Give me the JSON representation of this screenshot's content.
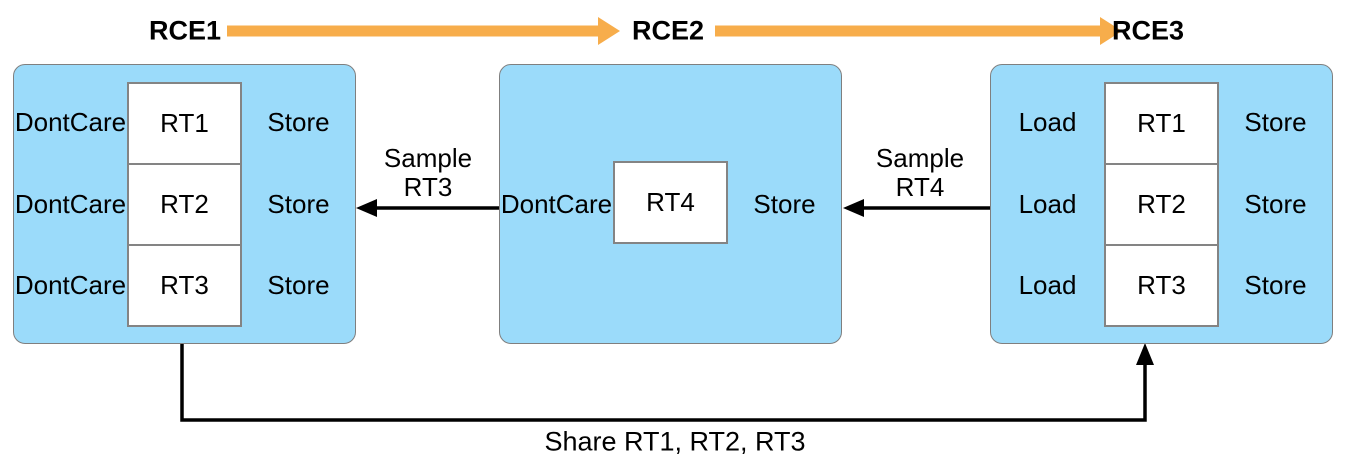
{
  "title": "Render command encoder (RCE) pass dependency diagram",
  "colors": {
    "pass_box_fill": "#9BDBFA",
    "pass_box_border": "#7F7F7F",
    "render_target_fill": "#FFFFFF",
    "render_target_border": "#848484",
    "timeline_arrow": "#F7AD4B",
    "dependency_arrow": "#000000"
  },
  "headers": [
    {
      "label": "RCE1"
    },
    {
      "label": "RCE2"
    },
    {
      "label": "RCE3"
    }
  ],
  "passes": {
    "rce1": {
      "rows": [
        {
          "load_action": "DontCare",
          "target": "RT1",
          "store_action": "Store"
        },
        {
          "load_action": "DontCare",
          "target": "RT2",
          "store_action": "Store"
        },
        {
          "load_action": "DontCare",
          "target": "RT3",
          "store_action": "Store"
        }
      ]
    },
    "rce2": {
      "rows": [
        {
          "load_action": "DontCare",
          "target": "RT4",
          "store_action": "Store"
        }
      ]
    },
    "rce3": {
      "rows": [
        {
          "load_action": "Load",
          "target": "RT1",
          "store_action": "Store"
        },
        {
          "load_action": "Load",
          "target": "RT2",
          "store_action": "Store"
        },
        {
          "load_action": "Load",
          "target": "RT3",
          "store_action": "Store"
        }
      ]
    }
  },
  "annotations": {
    "sample_rt3": {
      "line1": "Sample",
      "line2": "RT3"
    },
    "sample_rt4": {
      "line1": "Sample",
      "line2": "RT4"
    },
    "share": {
      "label": "Share RT1, RT2, RT3"
    }
  }
}
